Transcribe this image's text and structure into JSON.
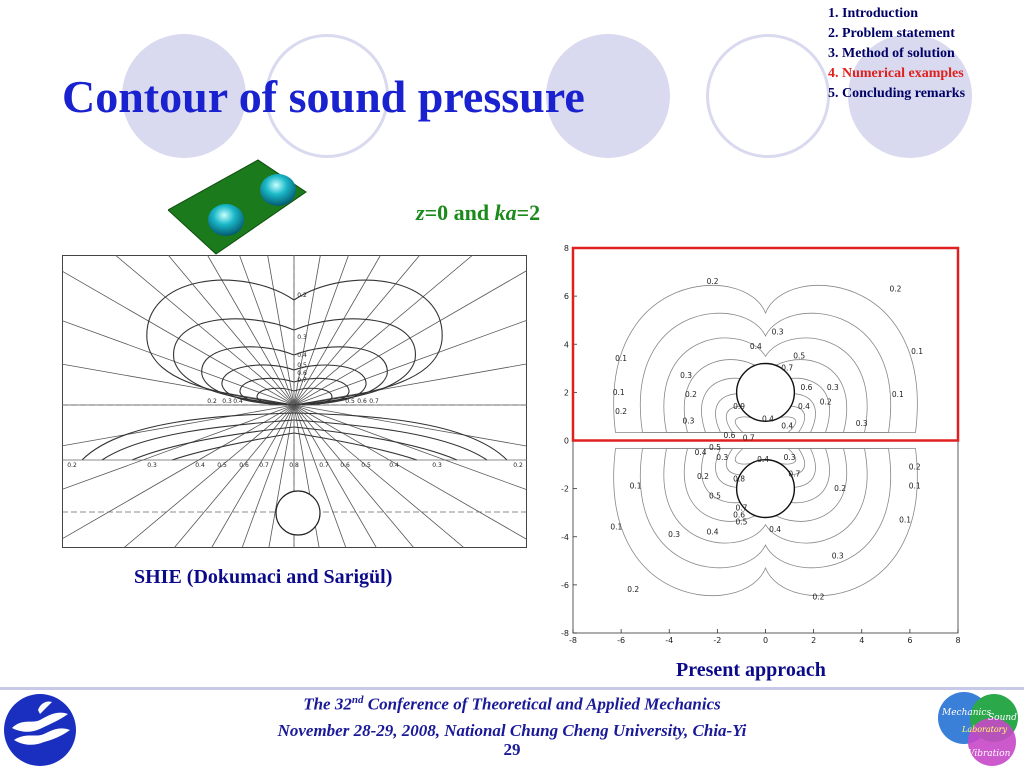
{
  "slide": {
    "title": "Contour of sound pressure",
    "outline": [
      {
        "label": "1. Introduction",
        "active": false
      },
      {
        "label": "2. Problem statement",
        "active": false
      },
      {
        "label": "3. Method of solution",
        "active": false
      },
      {
        "label": "4. Numerical examples",
        "active": true
      },
      {
        "label": "5. Concluding remarks",
        "active": false
      }
    ],
    "condition": {
      "z_var": "z",
      "z_val": "=0 and ",
      "ka_var": "ka",
      "ka_val": "=2"
    },
    "left_caption": "SHIE (Dokumaci and Sarigül)",
    "right_caption": "Present approach",
    "footer": {
      "conference_prefix": "The 32",
      "conference_sup": "nd",
      "conference_rest": " Conference of Theoretical and Applied Mechanics",
      "place": "November 28-29, 2008, National Chung Cheng University, Chia-Yi",
      "page": "29"
    },
    "lab_logo": {
      "words": [
        "Mechanics",
        "Sound",
        "Laboratory",
        "Vibration"
      ]
    }
  },
  "shie_plot": {
    "axis_labels": [
      "0.2",
      "0.3",
      "0.4",
      "0.5",
      "0.6",
      "0.7",
      "0.8",
      "0.7",
      "0.6",
      "0.5",
      "0.4",
      "0.3",
      "0.2"
    ],
    "vertical_labels": [
      "0.2",
      "0.3",
      "0.4",
      "0.5",
      "0.6",
      "0.7"
    ],
    "top_labels": [
      "0.2",
      "0.3",
      "0.4",
      "0.5",
      "0.6",
      "0.7"
    ]
  },
  "chart_data": {
    "type": "contour",
    "x_ticks": [
      "-8",
      "-6",
      "-4",
      "-2",
      "0",
      "2",
      "4",
      "6",
      "8"
    ],
    "y_ticks": [
      "8",
      "6",
      "4",
      "2",
      "0",
      "-2",
      "-4",
      "-6",
      "-8"
    ],
    "xlim": [
      -8,
      8
    ],
    "ylim": [
      -8,
      8
    ],
    "highlight_box": {
      "x": [
        -8,
        8
      ],
      "y": [
        0,
        8
      ],
      "color": "#e02020"
    },
    "scatterers": [
      {
        "cx": 0,
        "cy": 2,
        "r": 1
      },
      {
        "cx": 0,
        "cy": -2,
        "r": 1
      }
    ],
    "contour_labels": [
      {
        "text": "0.2",
        "x": -2.2,
        "y": 6.5
      },
      {
        "text": "0.2",
        "x": 5.4,
        "y": 6.2
      },
      {
        "text": "0.3",
        "x": 0.5,
        "y": 4.4
      },
      {
        "text": "0.4",
        "x": -0.4,
        "y": 3.8
      },
      {
        "text": "0.5",
        "x": 1.4,
        "y": 3.4
      },
      {
        "text": "0.7",
        "x": 0.9,
        "y": 2.9
      },
      {
        "text": "0.1",
        "x": -6.0,
        "y": 3.3
      },
      {
        "text": "0.1",
        "x": 6.3,
        "y": 3.6
      },
      {
        "text": "0.3",
        "x": -3.3,
        "y": 2.6
      },
      {
        "text": "0.6",
        "x": 1.7,
        "y": 2.1
      },
      {
        "text": "0.3",
        "x": 2.8,
        "y": 2.1
      },
      {
        "text": "0.1",
        "x": -6.1,
        "y": 1.9
      },
      {
        "text": "0.2",
        "x": -3.1,
        "y": 1.8
      },
      {
        "text": "0.1",
        "x": 5.5,
        "y": 1.8
      },
      {
        "text": "0.2",
        "x": 2.5,
        "y": 1.5
      },
      {
        "text": "0.4",
        "x": 1.6,
        "y": 1.3
      },
      {
        "text": "0.2",
        "x": -6.0,
        "y": 1.1
      },
      {
        "text": "0.9",
        "x": -1.1,
        "y": 1.3
      },
      {
        "text": "0.3",
        "x": -3.2,
        "y": 0.7
      },
      {
        "text": "0.4",
        "x": 0.1,
        "y": 0.8
      },
      {
        "text": "0.4",
        "x": 0.9,
        "y": 0.5
      },
      {
        "text": "0.3",
        "x": 4.0,
        "y": 0.6
      },
      {
        "text": "0.6",
        "x": -1.5,
        "y": 0.1
      },
      {
        "text": "0.7",
        "x": -0.7,
        "y": 0.0
      },
      {
        "text": "0.5",
        "x": -2.1,
        "y": -0.4
      },
      {
        "text": "0.4",
        "x": -2.7,
        "y": -0.6
      },
      {
        "text": "0.3",
        "x": -1.8,
        "y": -0.8
      },
      {
        "text": "0.4",
        "x": -0.1,
        "y": -0.9
      },
      {
        "text": "0.3",
        "x": 1.0,
        "y": -0.8
      },
      {
        "text": "0.8",
        "x": -1.1,
        "y": -1.7
      },
      {
        "text": "0.7",
        "x": 1.2,
        "y": -1.5
      },
      {
        "text": "0.2",
        "x": 6.2,
        "y": -1.2
      },
      {
        "text": "0.2",
        "x": -2.6,
        "y": -1.6
      },
      {
        "text": "0.1",
        "x": -5.4,
        "y": -2.0
      },
      {
        "text": "0.2",
        "x": 3.1,
        "y": -2.1
      },
      {
        "text": "0.1",
        "x": 6.2,
        "y": -2.0
      },
      {
        "text": "0.5",
        "x": -2.1,
        "y": -2.4
      },
      {
        "text": "0.7",
        "x": -1.0,
        "y": -2.9
      },
      {
        "text": "0.6",
        "x": -1.1,
        "y": -3.2
      },
      {
        "text": "0.5",
        "x": -1.0,
        "y": -3.5
      },
      {
        "text": "0.1",
        "x": -6.2,
        "y": -3.7
      },
      {
        "text": "0.3",
        "x": -3.8,
        "y": -4.0
      },
      {
        "text": "0.4",
        "x": -2.2,
        "y": -3.9
      },
      {
        "text": "0.4",
        "x": 0.4,
        "y": -3.8
      },
      {
        "text": "0.1",
        "x": 5.8,
        "y": -3.4
      },
      {
        "text": "0.3",
        "x": 3.0,
        "y": -4.9
      },
      {
        "text": "0.2",
        "x": -5.5,
        "y": -6.3
      },
      {
        "text": "0.2",
        "x": 2.2,
        "y": -6.6
      }
    ]
  }
}
